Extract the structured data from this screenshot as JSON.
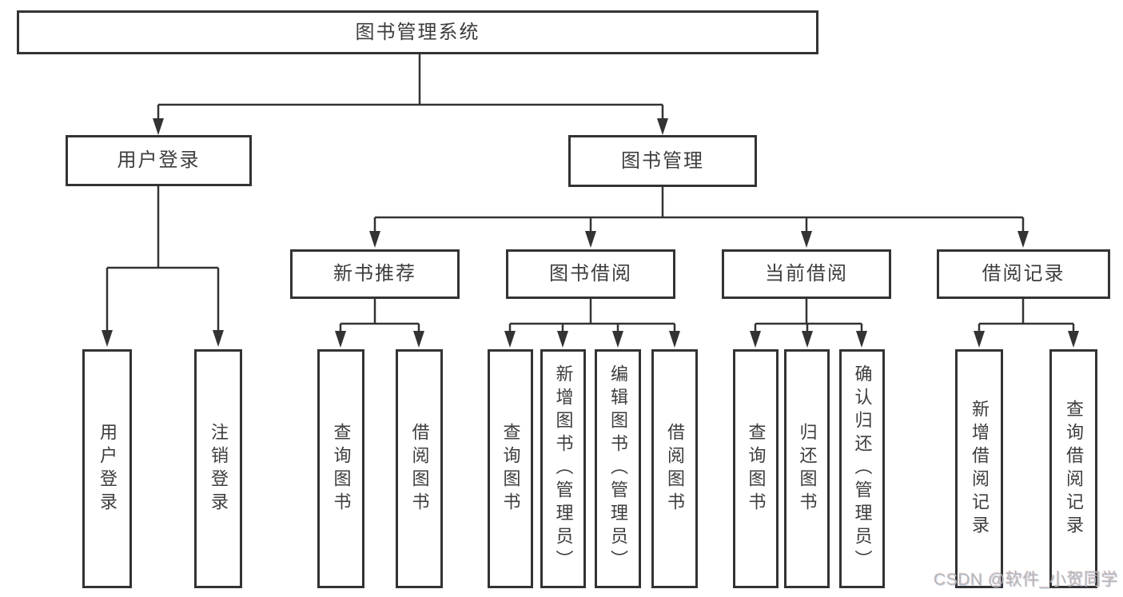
{
  "diagram": {
    "type": "hierarchy-tree",
    "root": {
      "label": "图书管理系统"
    },
    "level2": [
      {
        "id": "user-login",
        "label": "用户登录"
      },
      {
        "id": "book-management",
        "label": "图书管理"
      }
    ],
    "level3": [
      {
        "id": "new-book-recommend",
        "label": "新书推荐"
      },
      {
        "id": "book-borrow",
        "label": "图书借阅"
      },
      {
        "id": "current-borrow",
        "label": "当前借阅"
      },
      {
        "id": "borrow-records",
        "label": "借阅记录"
      }
    ],
    "leaves": {
      "user_login": [
        {
          "label": "用户登录"
        },
        {
          "label": "注销登录"
        }
      ],
      "new_book_recommend": [
        {
          "label": "查询图书"
        },
        {
          "label": "借阅图书"
        }
      ],
      "book_borrow": [
        {
          "label": "查询图书"
        },
        {
          "label": "新增图书（管理员）"
        },
        {
          "label": "编辑图书（管理员）"
        },
        {
          "label": "借阅图书"
        }
      ],
      "current_borrow": [
        {
          "label": "查询图书"
        },
        {
          "label": "归还图书"
        },
        {
          "label": "确认归还（管理员）"
        }
      ],
      "borrow_records": [
        {
          "label": "新增借阅记录"
        },
        {
          "label": "查询借阅记录"
        }
      ]
    }
  },
  "watermark": {
    "text": "CSDN @软件_小贺同学",
    "color": "#b5b5b5"
  },
  "colors": {
    "line": "#333333",
    "box_border": "#333333",
    "text": "#3d3d3d",
    "background": "#ffffff"
  }
}
